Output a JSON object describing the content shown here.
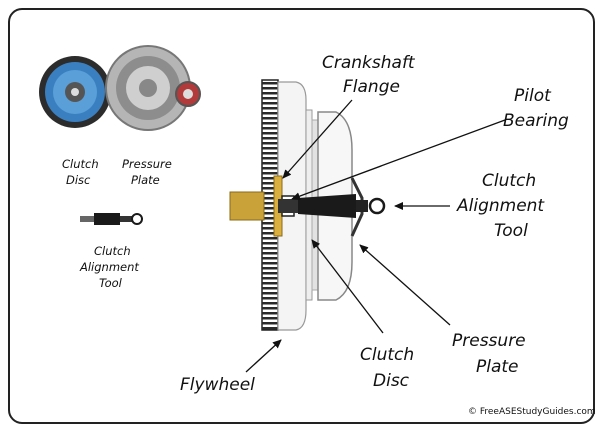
{
  "labels": {
    "crankshaft_flange_1": "Crankshaft",
    "crankshaft_flange_2": "Flange",
    "pilot_bearing_1": "Pilot",
    "pilot_bearing_2": "Bearing",
    "alignment_tool_1": "Clutch",
    "alignment_tool_2": "Alignment",
    "alignment_tool_3": "Tool",
    "pressure_plate_1": "Pressure",
    "pressure_plate_2": "Plate",
    "clutch_disc_1": "Clutch",
    "clutch_disc_2": "Disc",
    "flywheel": "Flywheel"
  },
  "legend": {
    "clutch_disc_1": "Clutch",
    "clutch_disc_2": "Disc",
    "pressure_plate_1": "Pressure",
    "pressure_plate_2": "Plate",
    "tool_1": "Clutch",
    "tool_2": "Alignment",
    "tool_3": "Tool"
  },
  "copyright": "© FreeASEStudyGuides.com",
  "colors": {
    "outline": "#222222",
    "flange_gold": "#d9b040",
    "shaft_gold": "#c9a23a",
    "tool_black": "#1a1a1a",
    "disc_blue": "#3a7fc0",
    "plate_gray": "#a9a9a9"
  }
}
